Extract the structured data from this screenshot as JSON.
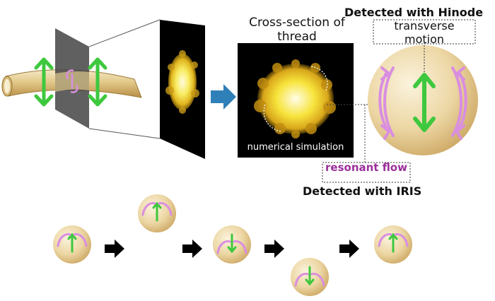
{
  "labels": {
    "cross_section": "Cross-section of thread",
    "detected_hinode": "Detected with Hinode",
    "transverse_motion": "transverse motion",
    "numerical_simulation": "numerical simulation",
    "resonant_flow": "resonant flow",
    "detected_iris": "Detected with IRIS"
  },
  "colors": {
    "green_arrow": "#3ec83e",
    "pink_flow": "#d98ee0",
    "tube_light": "#f0dfb0",
    "tube_dark": "#c7a055",
    "simulation_yellow": "#f7e23a",
    "panel_black": "#000000",
    "blue_arrow": "#2f7fb8",
    "label_purple": "#9b2f9b"
  },
  "sequence": [
    "up",
    "up",
    "down",
    "down",
    "up"
  ]
}
